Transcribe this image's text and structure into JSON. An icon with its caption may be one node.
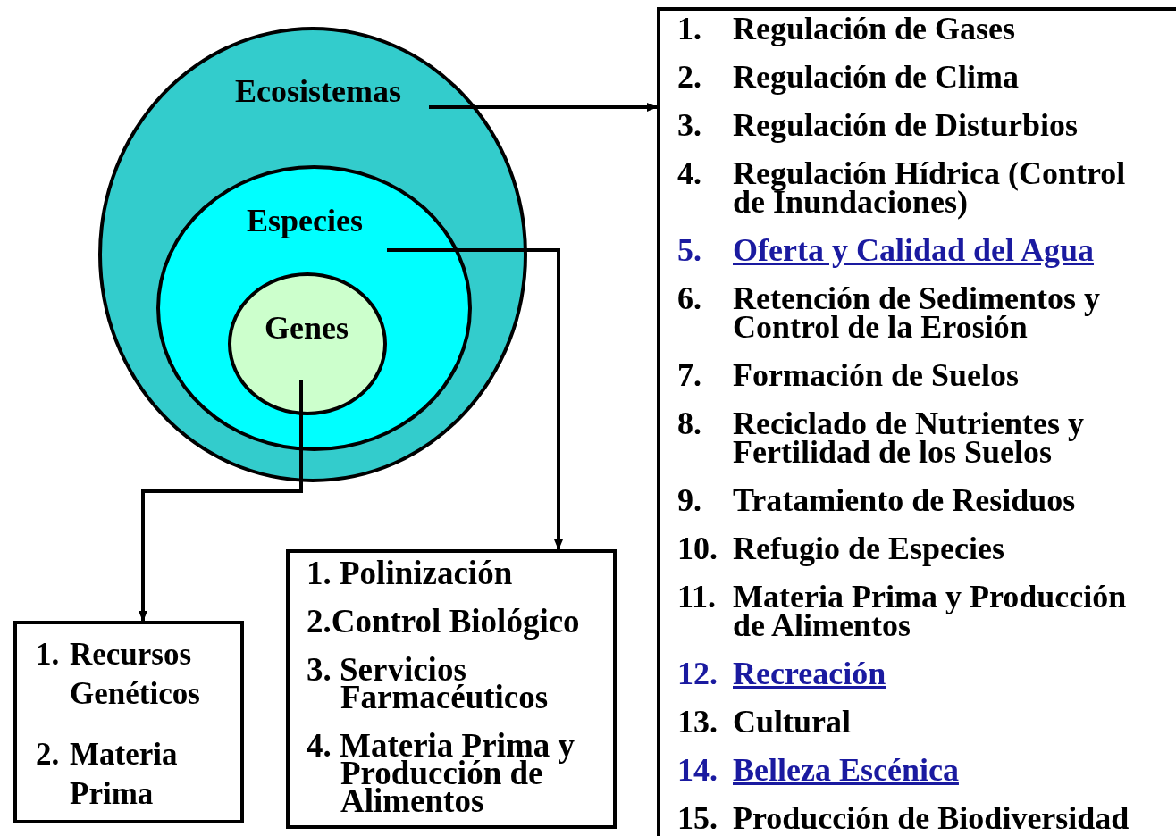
{
  "diagram": {
    "nodes": [
      {
        "text": [
          "Ecosistemas"
        ]
      },
      {
        "text": [
          "Especies"
        ],
        "in": 0
      },
      {
        "text": [
          "Genes"
        ],
        "in": 1
      },
      {
        "text": [
          "1. Regulación de Gases",
          "2. Regulación de Clima",
          "3. Regulación de Disturbios",
          "4. Regulación Hídrica (Control de Inundaciones)",
          "5. Oferta y Calidad del Agua",
          "6. Retención de Sedimentos y Control de la Erosión",
          "7. Formación de Suelos",
          "8. Reciclado de Nutrientes y Fertilidad de los Suelos",
          "9. Tratamiento de Residuos",
          "10. Refugio de Especies",
          "11. Materia Prima y Producción de Alimentos",
          "12. Recreación",
          "13. Cultural",
          "14. Belleza Escénica",
          "15. Producción de Biodiversidad"
        ]
      },
      {
        "text": [
          "1. Polinización",
          "2.Control Biológico",
          "3. Servicios Farmacéuticos",
          "4. Materia Prima y Producción de Alimentos"
        ]
      },
      {
        "text": [
          "1. Recursos Genéticos",
          "2. Materia Prima"
        ]
      }
    ],
    "edges": [
      {
        "from": 0,
        "to": 3,
        "arrow": "to"
      },
      {
        "from": 1,
        "to": 4,
        "arrow": "to"
      },
      {
        "from": 2,
        "to": 5,
        "arrow": "to"
      }
    ]
  }
}
